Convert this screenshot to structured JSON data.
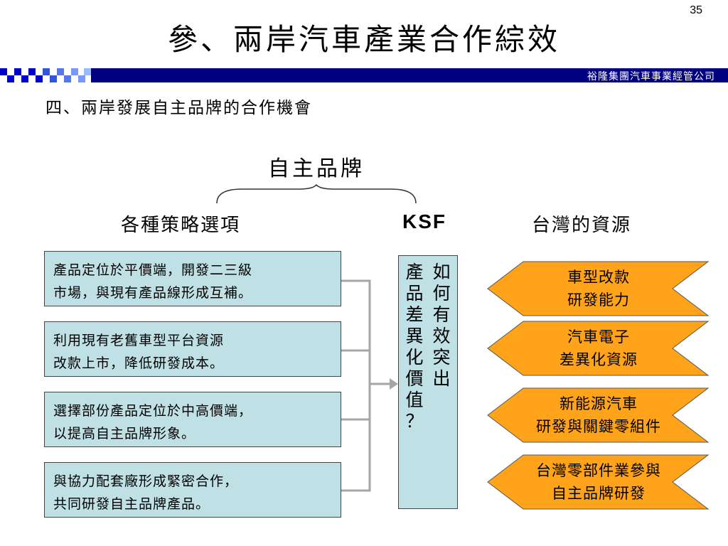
{
  "page_number": "35",
  "title": "參、兩岸汽車產業合作綜效",
  "company": "裕隆集團汽車事業經管公司",
  "subtitle": "四、兩岸發展自主品牌的合作機會",
  "brand_label": "自主品牌",
  "columns": {
    "strategy": "各種策略選項",
    "ksf": "KSF",
    "resource": "台灣的資源"
  },
  "strategies": [
    {
      "line1": "產品定位於平價端，開發二三級",
      "line2": "市場，與現有產品線形成互補。"
    },
    {
      "line1": "利用現有老舊車型平台資源",
      "line2": "改款上市，降低研發成本。"
    },
    {
      "line1": "選擇部份產品定位於中高價端，",
      "line2": "以提高自主品牌形象。"
    },
    {
      "line1": "與協力配套廠形成緊密合作，",
      "line2": "共同研發自主品牌產品。"
    }
  ],
  "ksf_text": {
    "left": [
      "產",
      "品",
      "差",
      "異",
      "化",
      "價",
      "值",
      "？"
    ],
    "right": [
      "如",
      "何",
      "有",
      "效",
      "突",
      "出"
    ]
  },
  "resources": [
    {
      "line1": "車型改款",
      "line2": "研發能力"
    },
    {
      "line1": "汽車電子",
      "line2": "差異化資源"
    },
    {
      "line1": "新能源汽車",
      "line2": "研發與關鍵零組件"
    },
    {
      "line1": "台灣零部件業參與",
      "line2": "自主品牌研發"
    }
  ],
  "colors": {
    "header_bar": "#000080",
    "box_fill": "#bfe0e4",
    "arrow_fill": "#ffa31a",
    "connector": "#a6a6a6"
  }
}
